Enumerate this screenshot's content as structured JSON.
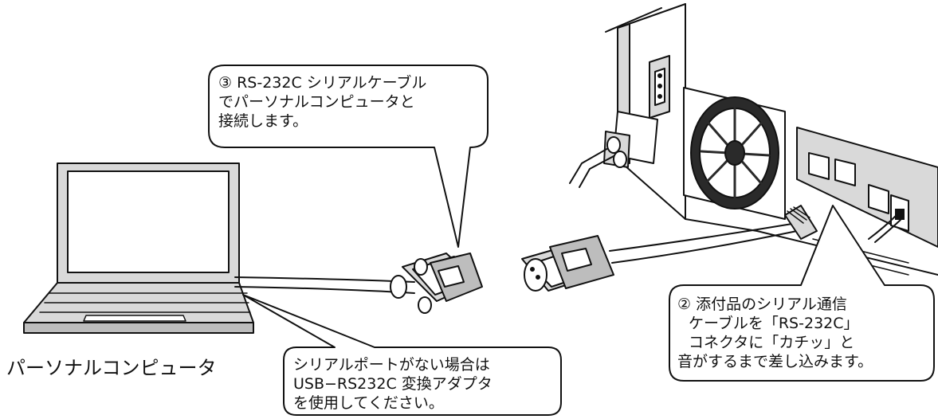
{
  "callouts": {
    "step3": {
      "lines": [
        "③ RS-232C シリアルケーブル",
        "でパーソナルコンピュータと",
        "接続します。"
      ]
    },
    "step2": {
      "lines": [
        "② 添付品のシリアル通信",
        "ケーブルを「RS-232C」",
        "コネクタに「カチッ」と",
        "音がするまで差し込みます。"
      ]
    },
    "usb_note": {
      "lines": [
        "シリアルポートがない場合は",
        "USB−RS232C 変換アダプタ",
        "を使用してください。"
      ]
    }
  },
  "laptop_label": "パーソナルコンピュータ",
  "colors": {
    "line": "#111111",
    "light_gray": "#d9d9d9",
    "mid_gray": "#bdbdbd",
    "dark_gray": "#9a9a9a",
    "fan": "#2a2a2a"
  }
}
